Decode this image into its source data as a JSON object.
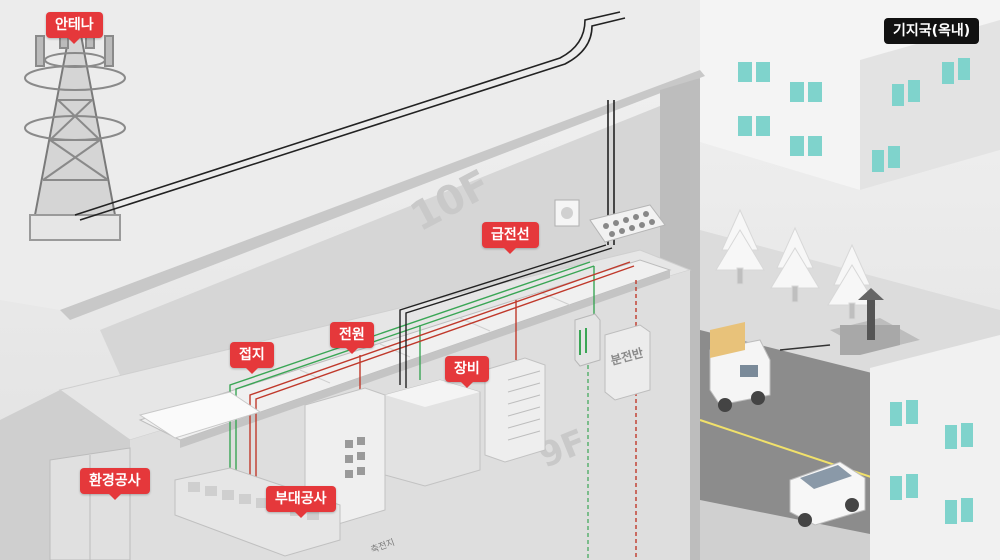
{
  "title": "기지국(옥내)",
  "floor_marks": {
    "upper": "10F",
    "lower": "9F"
  },
  "panel_label": "분전반",
  "rack_label": "축전지",
  "labels": {
    "antenna": "안테나",
    "feeder": "급전선",
    "grounding": "접지",
    "power": "전원",
    "equipment": "장비",
    "environment": "환경공사",
    "auxiliary": "부대공사"
  },
  "colors": {
    "label_bg": "#e5383b",
    "title_bg": "#111111",
    "cable_red": "#c0392b",
    "cable_green": "#3aa655",
    "cable_black": "#222222",
    "window": "#7fd3cc",
    "road": "#8c8c8c"
  }
}
